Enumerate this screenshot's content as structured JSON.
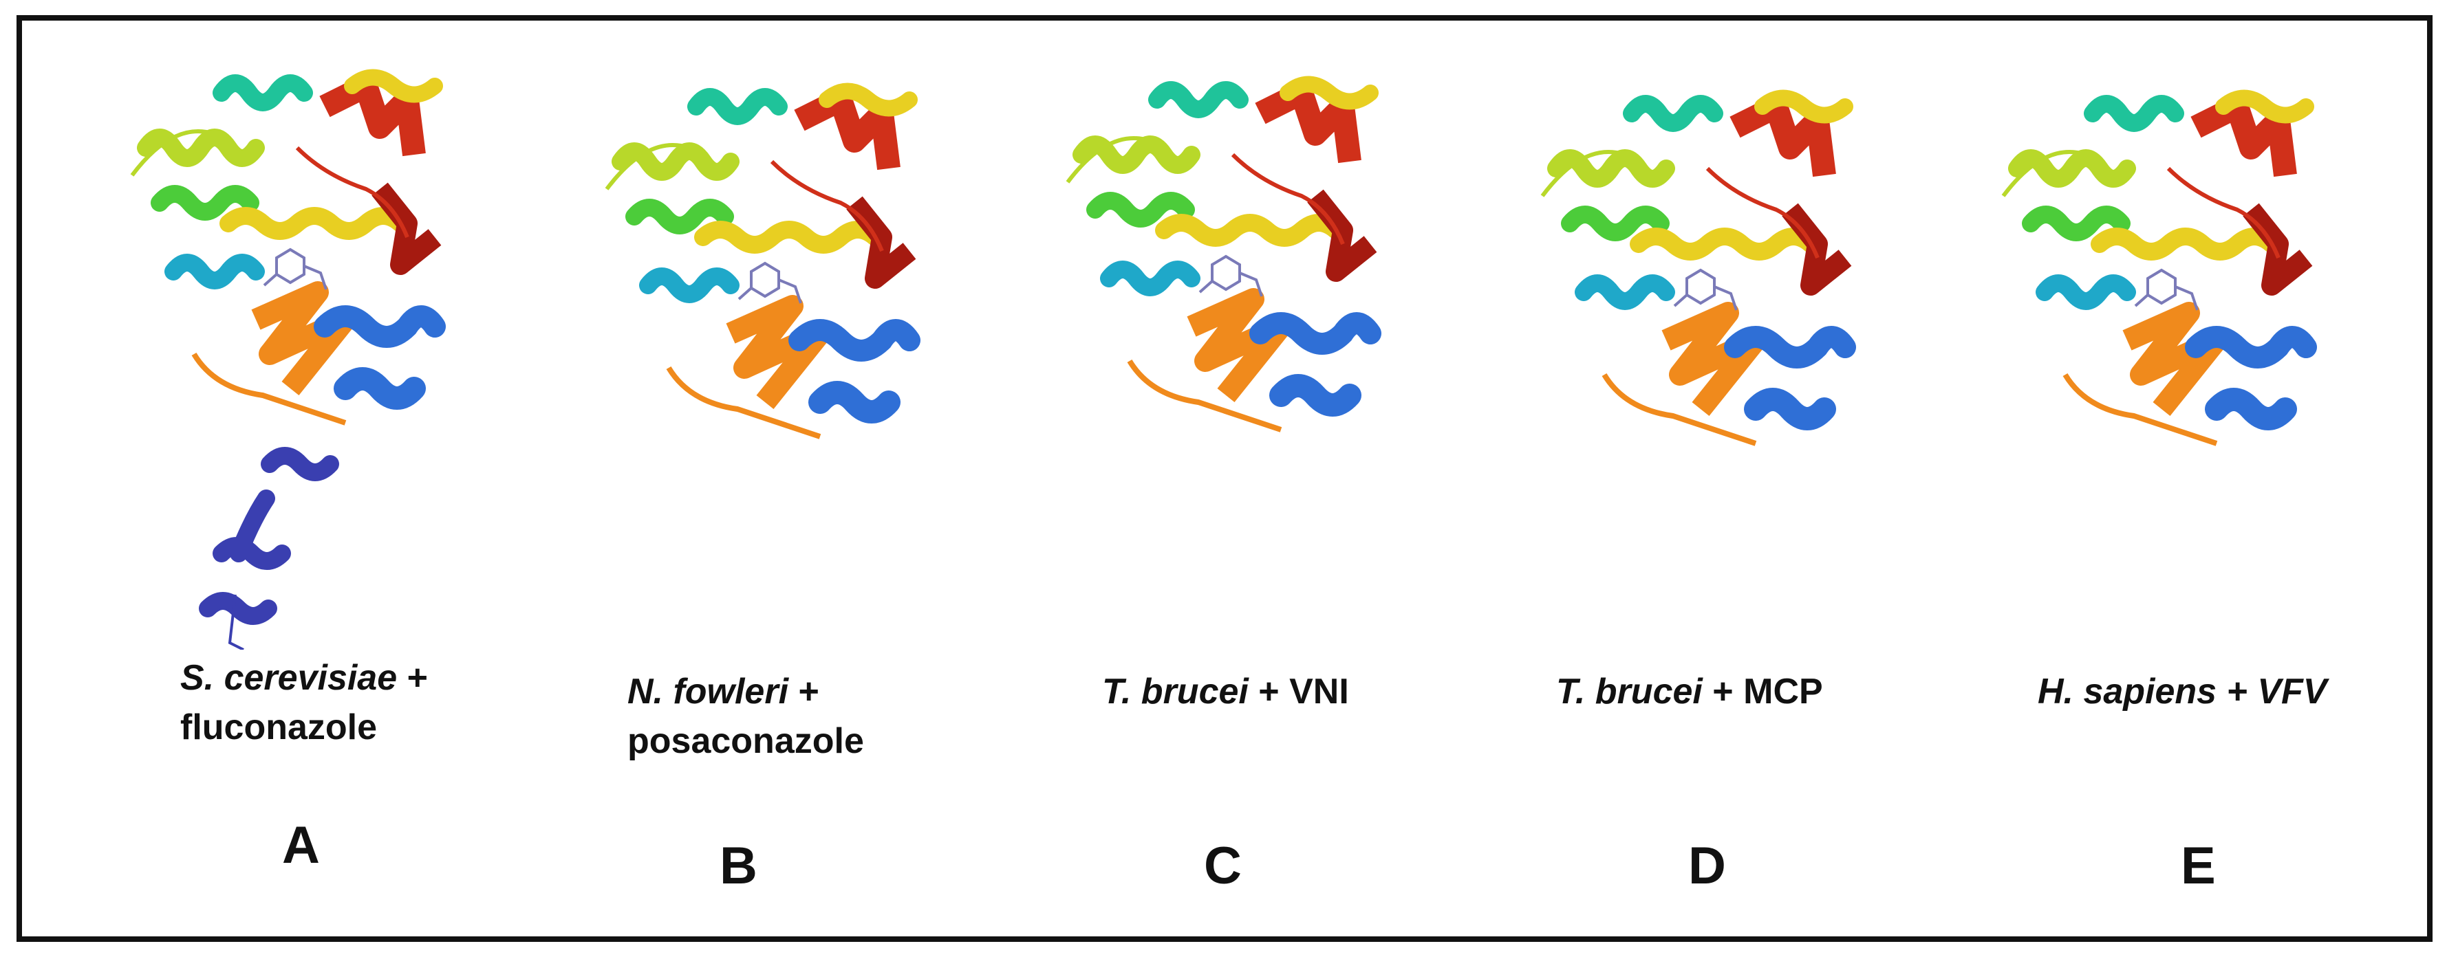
{
  "figure": {
    "panels": [
      {
        "id": "A",
        "species": "S. cerevisiae",
        "ligand_line1": " +",
        "ligand_line2": "fluconazole",
        "letter": "A"
      },
      {
        "id": "B",
        "species": "N. fowleri",
        "ligand_line1": " +",
        "ligand_line2": "posaconazole",
        "letter": "B"
      },
      {
        "id": "C",
        "species": "T. brucei",
        "ligand_line1": " + VNI",
        "ligand_line2": "",
        "letter": "C"
      },
      {
        "id": "D",
        "species": "T. brucei",
        "ligand_line1": " + MCP",
        "ligand_line2": "",
        "letter": "D"
      },
      {
        "id": "E",
        "species": "H. sapiens + VFV",
        "ligand_line1": "",
        "ligand_line2": "",
        "letter": "E"
      }
    ],
    "colors": {
      "blue_dark": "#3a3fb0",
      "blue": "#2f6fd6",
      "cyan": "#1fa8c9",
      "teal": "#1fc39a",
      "green": "#4ccc3a",
      "yellow_green": "#b8d82a",
      "yellow": "#e8cf22",
      "orange": "#f08a1c",
      "red": "#d0301a",
      "dark_red": "#a51a10",
      "border": "#111111"
    }
  }
}
